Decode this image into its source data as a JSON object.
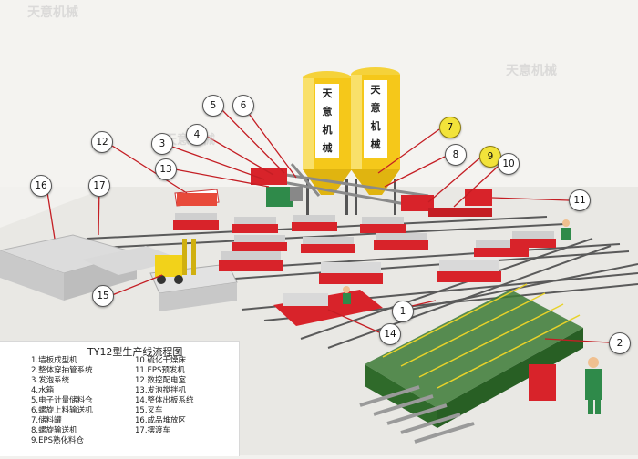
{
  "legend": {
    "title": "TY12型生产线流程图",
    "items": [
      "1.墙板成型机",
      "2.整体穿抽管系统",
      "3.发泡系统",
      "4.水箱",
      "5.电子计量储料仓",
      "6.螺旋上料输送机",
      "7.储料罐",
      "8.螺旋输送机",
      "9.EPS熟化料仓",
      "10.硫化干燥床",
      "11.EPS预发机",
      "12.数控配电室",
      "13.发泡搅拌机",
      "14.整体出板系统",
      "15.叉车",
      "16.成品堆放区",
      "17.摆渡车"
    ]
  },
  "callouts": [
    "1",
    "2",
    "3",
    "4",
    "5",
    "6",
    "7",
    "8",
    "9",
    "10",
    "11",
    "12",
    "13",
    "14",
    "15",
    "16",
    "17"
  ],
  "silo_text": [
    "天",
    "意",
    "机",
    "械"
  ],
  "watermark": "天意机械",
  "colors": {
    "red": "#d8232a",
    "yellow": "#f2d21a",
    "green": "#2f8a4a",
    "floor": "#ecebe7",
    "rail": "#5a5a5a"
  }
}
